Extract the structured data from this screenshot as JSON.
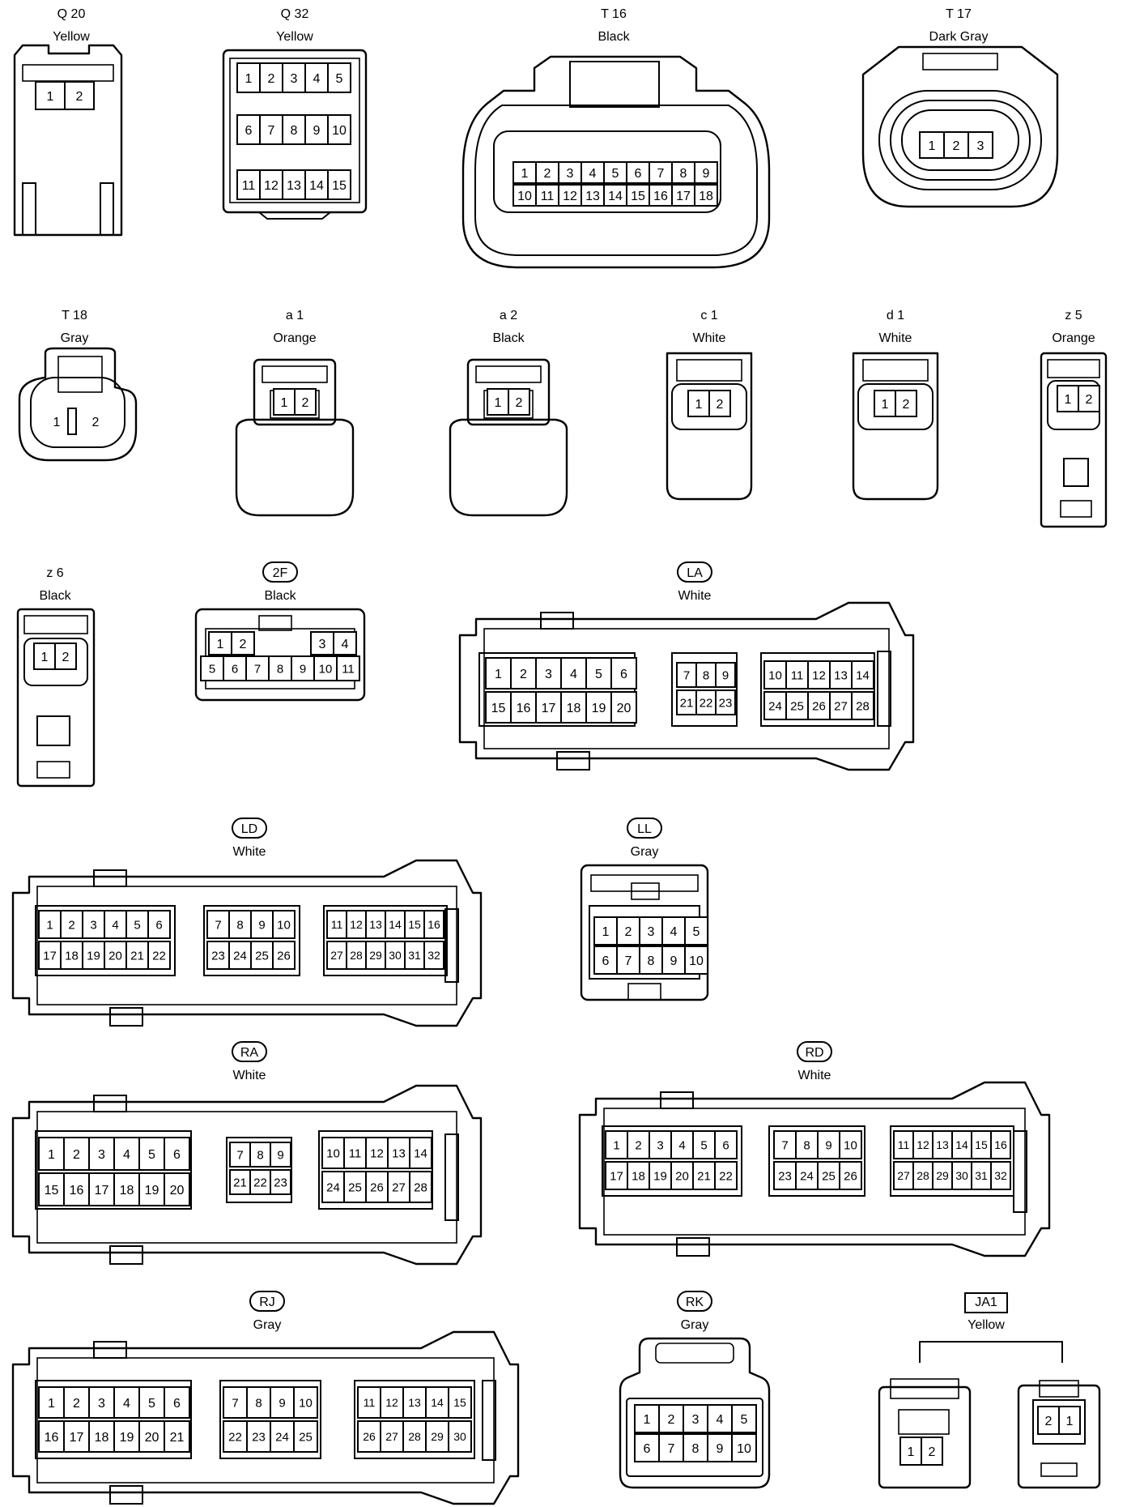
{
  "connectors": [
    {
      "id": "Q 20",
      "color": "Yellow",
      "pins": [
        [
          "1",
          "2"
        ]
      ]
    },
    {
      "id": "Q 32",
      "color": "Yellow",
      "pins": [
        [
          "1",
          "2",
          "3",
          "4",
          "5"
        ],
        [
          "6",
          "7",
          "8",
          "9",
          "10"
        ],
        [
          "11",
          "12",
          "13",
          "14",
          "15"
        ]
      ]
    },
    {
      "id": "T 16",
      "color": "Black",
      "pins": [
        [
          "1",
          "2",
          "3",
          "4",
          "5",
          "6",
          "7",
          "8",
          "9"
        ],
        [
          "10",
          "11",
          "12",
          "13",
          "14",
          "15",
          "16",
          "17",
          "18"
        ]
      ]
    },
    {
      "id": "T 17",
      "color": "Dark Gray",
      "pins": [
        [
          "1",
          "2",
          "3"
        ]
      ]
    },
    {
      "id": "T 18",
      "color": "Gray",
      "pins": [
        [
          "1",
          "2"
        ]
      ]
    },
    {
      "id": "a 1",
      "color": "Orange",
      "pins": [
        [
          "1",
          "2"
        ]
      ]
    },
    {
      "id": "a 2",
      "color": "Black",
      "pins": [
        [
          "1",
          "2"
        ]
      ]
    },
    {
      "id": "c 1",
      "color": "White",
      "pins": [
        [
          "1",
          "2"
        ]
      ]
    },
    {
      "id": "d 1",
      "color": "White",
      "pins": [
        [
          "1",
          "2"
        ]
      ]
    },
    {
      "id": "z 5",
      "color": "Orange",
      "pins": [
        [
          "1",
          "2"
        ]
      ]
    },
    {
      "id": "z 6",
      "color": "Black",
      "pins": [
        [
          "1",
          "2"
        ]
      ]
    },
    {
      "id": "2F",
      "color": "Black",
      "pins": [
        [
          "1",
          "2",
          "3",
          "4"
        ],
        [
          "5",
          "6",
          "7",
          "8",
          "9",
          "10",
          "11"
        ]
      ]
    },
    {
      "id": "LA",
      "color": "White",
      "pins": [
        [
          "1",
          "2",
          "3",
          "4",
          "5",
          "6"
        ],
        [
          "15",
          "16",
          "17",
          "18",
          "19",
          "20"
        ],
        [
          "7",
          "8",
          "9"
        ],
        [
          "21",
          "22",
          "23"
        ],
        [
          "10",
          "11",
          "12",
          "13",
          "14"
        ],
        [
          "24",
          "25",
          "26",
          "27",
          "28"
        ]
      ]
    },
    {
      "id": "LD",
      "color": "White",
      "pins": [
        [
          "1",
          "2",
          "3",
          "4",
          "5",
          "6"
        ],
        [
          "17",
          "18",
          "19",
          "20",
          "21",
          "22"
        ],
        [
          "7",
          "8",
          "9",
          "10"
        ],
        [
          "23",
          "24",
          "25",
          "26"
        ],
        [
          "11",
          "12",
          "13",
          "14",
          "15",
          "16"
        ],
        [
          "27",
          "28",
          "29",
          "30",
          "31",
          "32"
        ]
      ]
    },
    {
      "id": "LL",
      "color": "Gray",
      "pins": [
        [
          "1",
          "2",
          "3",
          "4",
          "5"
        ],
        [
          "6",
          "7",
          "8",
          "9",
          "10"
        ]
      ]
    },
    {
      "id": "RA",
      "color": "White",
      "pins": [
        [
          "1",
          "2",
          "3",
          "4",
          "5",
          "6"
        ],
        [
          "15",
          "16",
          "17",
          "18",
          "19",
          "20"
        ],
        [
          "7",
          "8",
          "9"
        ],
        [
          "21",
          "22",
          "23"
        ],
        [
          "10",
          "11",
          "12",
          "13",
          "14"
        ],
        [
          "24",
          "25",
          "26",
          "27",
          "28"
        ]
      ]
    },
    {
      "id": "RD",
      "color": "White",
      "pins": [
        [
          "1",
          "2",
          "3",
          "4",
          "5",
          "6"
        ],
        [
          "17",
          "18",
          "19",
          "20",
          "21",
          "22"
        ],
        [
          "7",
          "8",
          "9",
          "10"
        ],
        [
          "23",
          "24",
          "25",
          "26"
        ],
        [
          "11",
          "12",
          "13",
          "14",
          "15",
          "16"
        ],
        [
          "27",
          "28",
          "29",
          "30",
          "31",
          "32"
        ]
      ]
    },
    {
      "id": "RJ",
      "color": "Gray",
      "pins": [
        [
          "1",
          "2",
          "3",
          "4",
          "5",
          "6"
        ],
        [
          "16",
          "17",
          "18",
          "19",
          "20",
          "21"
        ],
        [
          "7",
          "8",
          "9",
          "10"
        ],
        [
          "22",
          "23",
          "24",
          "25"
        ],
        [
          "11",
          "12",
          "13",
          "14",
          "15"
        ],
        [
          "26",
          "27",
          "28",
          "29",
          "30"
        ]
      ]
    },
    {
      "id": "RK",
      "color": "Gray",
      "pins": [
        [
          "1",
          "2",
          "3",
          "4",
          "5"
        ],
        [
          "6",
          "7",
          "8",
          "9",
          "10"
        ]
      ]
    },
    {
      "id": "JA1",
      "color": "Yellow",
      "pins": [
        [
          "1",
          "2"
        ],
        [
          "2",
          "1"
        ]
      ]
    }
  ]
}
